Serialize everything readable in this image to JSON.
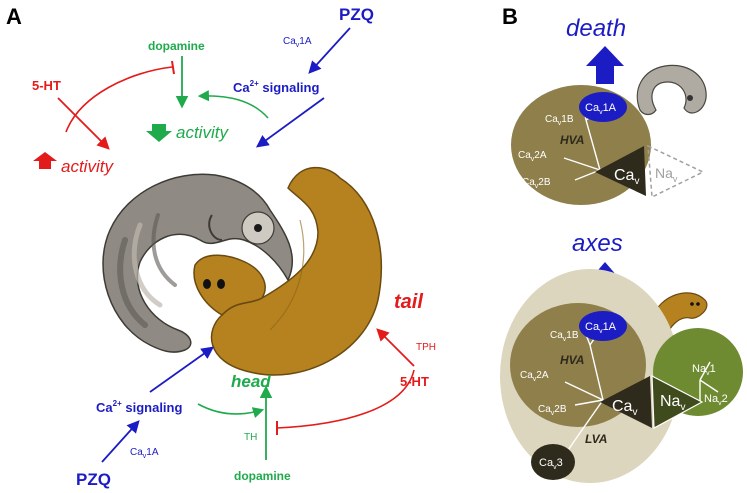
{
  "colors": {
    "blue": "#1c1cc4",
    "green": "#1faa4c",
    "red": "#e41b1b",
    "olive": "#8e7f4b",
    "olive_light": "#ddd6be",
    "dark": "#2e2a1c",
    "darkgreen": "#3f4a1d",
    "nav_green": "#6f8b32",
    "worm_brown": "#b5821f",
    "worm_gray": "#8f8b84",
    "nav_gray": "#a0a0a0"
  },
  "panel_a": {
    "label": "A",
    "pzq_top": "PZQ",
    "cav1a_top": {
      "base": "Ca",
      "sub": "v",
      "rest": "1A"
    },
    "dopamine_top": "dopamine",
    "ca_signaling_top": {
      "base": "Ca",
      "sup": "2+",
      "rest": " signaling"
    },
    "activity_down": "activity",
    "serotonin_left": "5-HT",
    "activity_up": "activity",
    "tail": "tail",
    "tph": "TPH",
    "serotonin_right": "5-HT",
    "head": "head",
    "th": "TH",
    "dopamine_bottom": "dopamine",
    "ca_signaling_bottom": {
      "base": "Ca",
      "sup": "2+",
      "rest": " signaling"
    },
    "cav1a_bottom": {
      "base": "Ca",
      "sub": "v",
      "rest": "1A"
    },
    "pzq_bottom": "PZQ"
  },
  "panel_b": {
    "label": "B",
    "death": "death",
    "axes": "axes",
    "top_tree": {
      "cav1b": {
        "base": "Ca",
        "sub": "v",
        "rest": "1B"
      },
      "cav1a": {
        "base": "Ca",
        "sub": "v",
        "rest": "1A"
      },
      "hva": "HVA",
      "cav2a": {
        "base": "Ca",
        "sub": "v",
        "rest": "2A"
      },
      "cav2b": {
        "base": "Ca",
        "sub": "v",
        "rest": "2B"
      },
      "cav": {
        "base": "Ca",
        "sub": "v"
      },
      "nav": {
        "base": "Na",
        "sub": "v"
      }
    },
    "bottom_tree": {
      "cav1b": {
        "base": "Ca",
        "sub": "v",
        "rest": "1B"
      },
      "cav1a": {
        "base": "Ca",
        "sub": "v",
        "rest": "1A"
      },
      "hva": "HVA",
      "cav2a": {
        "base": "Ca",
        "sub": "v",
        "rest": "2A"
      },
      "cav2b": {
        "base": "Ca",
        "sub": "v",
        "rest": "2B"
      },
      "cav": {
        "base": "Ca",
        "sub": "v"
      },
      "nav": {
        "base": "Na",
        "sub": "v"
      },
      "nav1": {
        "base": "Na",
        "sub": "v",
        "rest": "1"
      },
      "nav2": {
        "base": "Na",
        "sub": "v",
        "rest": "2"
      },
      "lva": "LVA",
      "cav3": {
        "base": "Ca",
        "sub": "v",
        "rest": "3"
      }
    }
  }
}
